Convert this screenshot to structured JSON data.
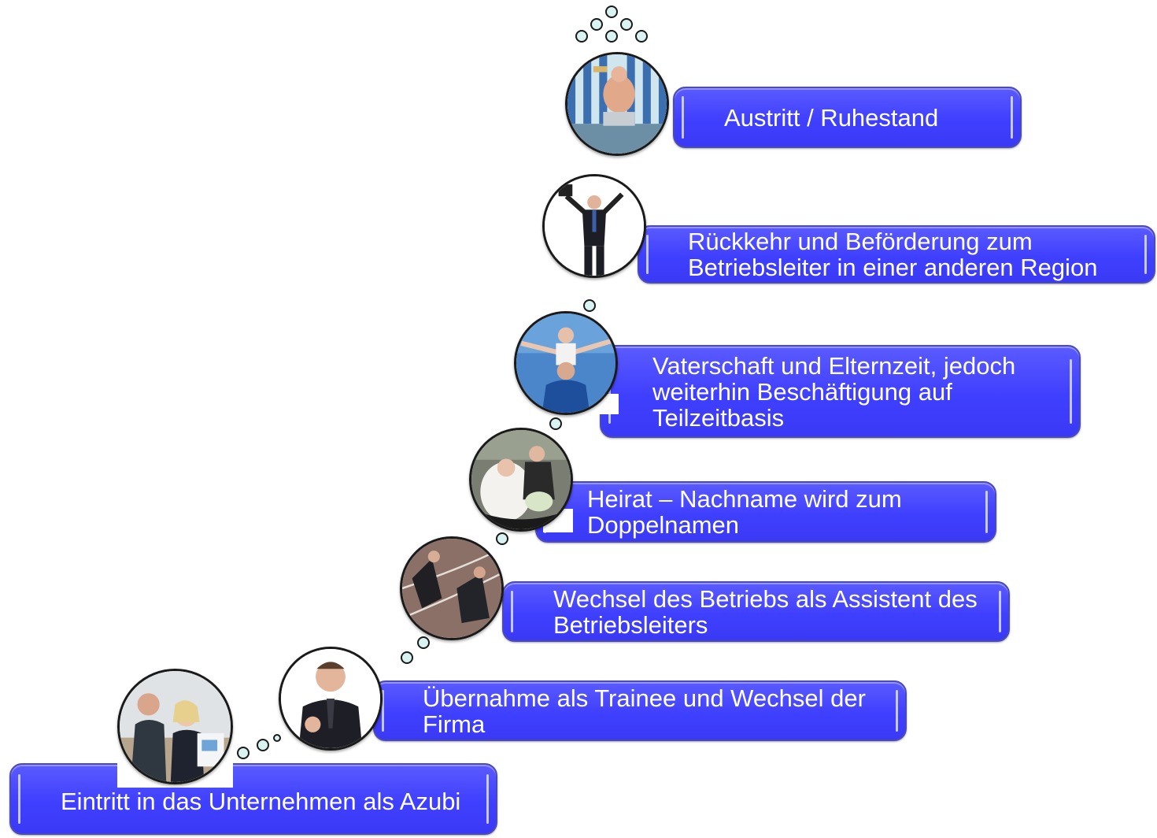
{
  "steps": [
    {
      "label": "Eintritt in das Unternehmen als Azubi",
      "photo_icon": "office-meeting-photo"
    },
    {
      "label": "Übernahme als Trainee und Wechsel der Firma",
      "photo_icon": "businessman-photo"
    },
    {
      "label": "Wechsel des Betriebs als Assistent des Betriebsleiters",
      "photo_icon": "starting-block-photo"
    },
    {
      "label": "Heirat – Nachname wird zum Doppelnamen",
      "photo_icon": "wedding-photo"
    },
    {
      "label": "Vaterschaft und Elternzeit, jedoch weiterhin Beschäftigung auf Teilzeitbasis",
      "photo_icon": "father-child-photo"
    },
    {
      "label": "Rückkehr und Beförderung zum Betriebsleiter in einer anderen Region",
      "photo_icon": "celebrating-manager-photo"
    },
    {
      "label": "Austritt / Ruhestand",
      "photo_icon": "beach-chair-photo"
    }
  ],
  "colors": {
    "box_fill": "#4040ff",
    "box_border": "#4b4bb8",
    "text": "#ffffff",
    "bubble_fill": "#d9f2f2",
    "bubble_stroke": "#1a1a1a"
  }
}
